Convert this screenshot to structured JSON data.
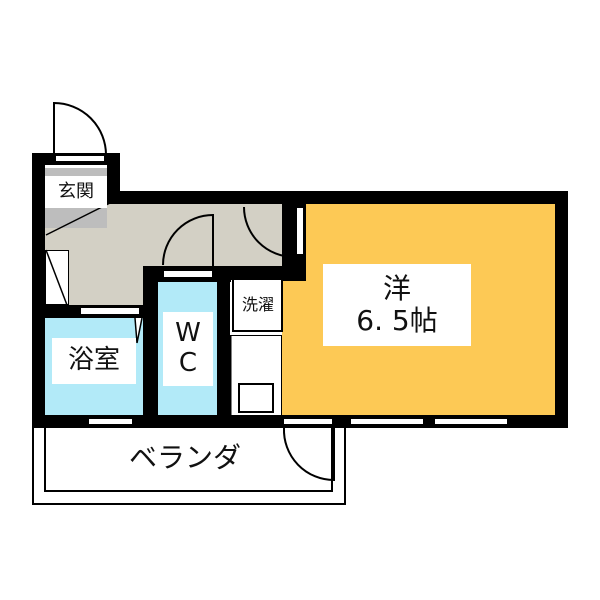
{
  "floorplan": {
    "rooms": {
      "entrance": {
        "label": "玄関"
      },
      "western_room": {
        "label_line1": "洋",
        "label_line2": "6. 5帖"
      },
      "bathroom": {
        "label": "浴室"
      },
      "toilet": {
        "label_line1": "W",
        "label_line2": "C"
      },
      "laundry": {
        "label": "洗濯"
      },
      "balcony": {
        "label": "ベランダ"
      }
    },
    "colors": {
      "wall": "#000000",
      "western_room": "#FDC955",
      "hallway": "#D3D0C5",
      "wet_area": "#B2EAF8",
      "entrance_floor": "#BDBDBD",
      "background": "#FFFFFF"
    }
  }
}
